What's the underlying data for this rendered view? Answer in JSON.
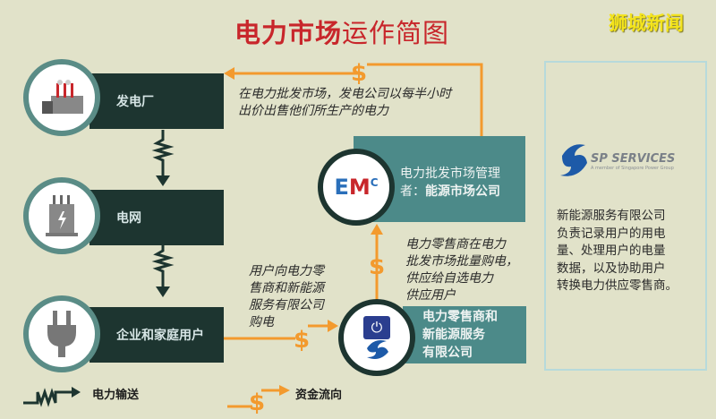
{
  "title": {
    "bold": "电力市场",
    "light": "运作简图"
  },
  "watermark": "狮城新闻",
  "nodes": {
    "power_plant": {
      "label": "发电厂",
      "icon": "factory-icon"
    },
    "grid": {
      "label": "电网",
      "icon": "transformer-icon"
    },
    "consumers": {
      "label": "企业和家庭用户",
      "icon": "plug-icon"
    },
    "emc": {
      "line1": "电力批发市场管理",
      "line2_prefix": "者：",
      "line2_bold": "能源市场公司",
      "logo_text": "EMC"
    },
    "retailers": {
      "line1": "电力零售商和",
      "line2": "新能源服务",
      "line3": "有限公司",
      "icon": "plug-badge-icon"
    }
  },
  "notes": {
    "wholesale": [
      "在电力批发市场，发电公司以每半小时",
      "出价出售他们所生产的电力"
    ],
    "retail_buy": [
      "电力零售商在电力",
      "批发市场批量购电，",
      "供应给自选电力",
      "供应用户"
    ],
    "consumer_buy": [
      "用户向电力零",
      "售商和新能源",
      "服务有限公司",
      "购电"
    ]
  },
  "sp_panel": {
    "logo_text": "SP SERVICES",
    "logo_sub": "A member of Singapore Power Group",
    "desc": [
      "新能源服务有限公司",
      "负责记录用户的用电",
      "量、处理用户的电量",
      "数据，以及协助用户",
      "转换电力供应零售商。"
    ]
  },
  "legend": {
    "power": "电力输送",
    "money": "资金流向"
  },
  "colors": {
    "dark": "#1d3530",
    "teal": "#4c8a89",
    "orange": "#f39a2e",
    "red": "#c8262b",
    "bg": "#e1e2c9"
  }
}
